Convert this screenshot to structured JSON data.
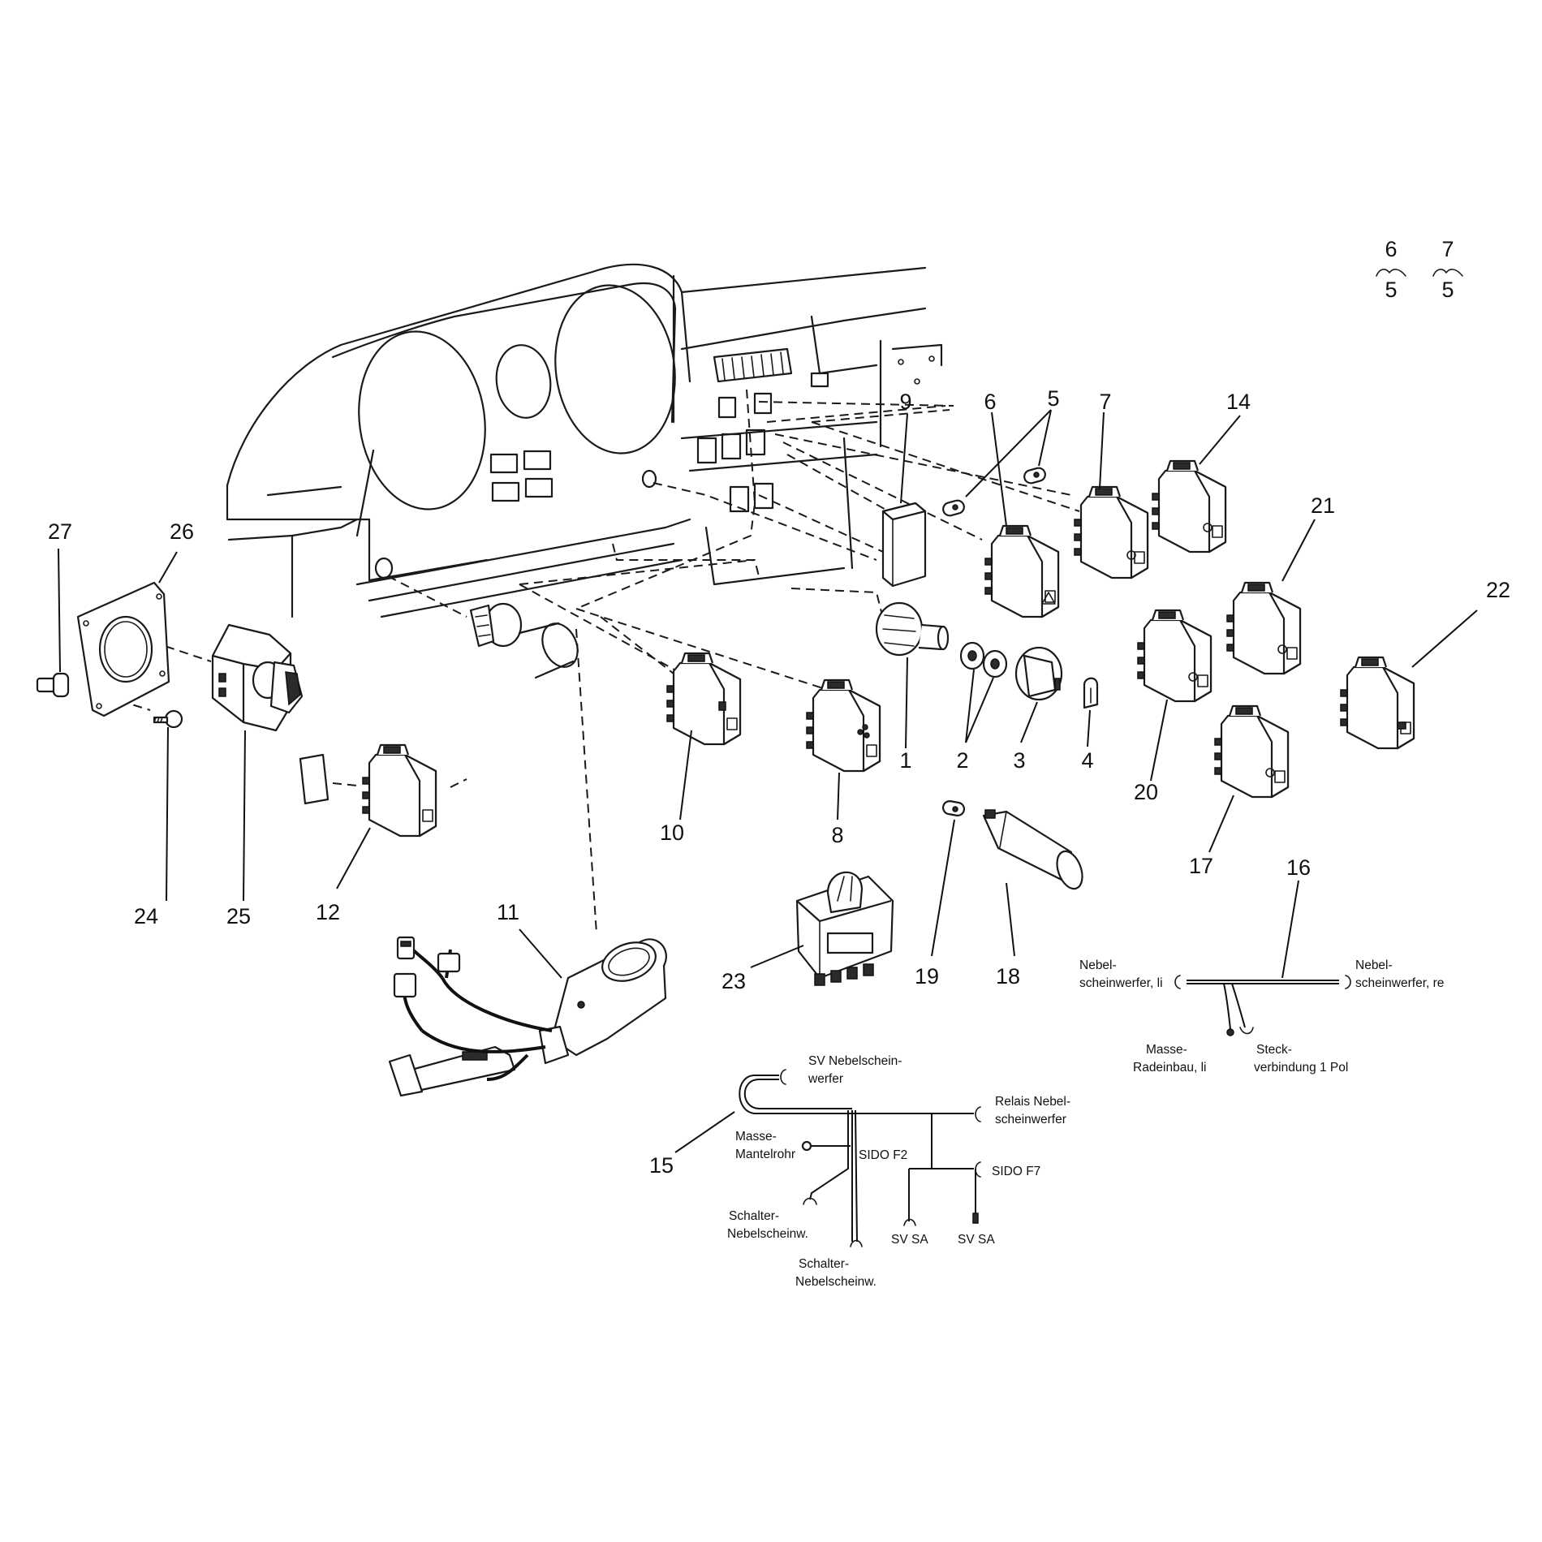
{
  "diagram": {
    "callouts": {
      "c1": "1",
      "c2": "2",
      "c3": "3",
      "c4": "4",
      "c5": "5",
      "c6": "6",
      "c7": "7",
      "c8": "8",
      "c9": "9",
      "c10": "10",
      "c11": "11",
      "c12": "12",
      "c14": "14",
      "c15": "15",
      "c16": "16",
      "c17": "17",
      "c18": "18",
      "c19": "19",
      "c20": "20",
      "c21": "21",
      "c22": "22",
      "c23": "23",
      "c24": "24",
      "c25": "25",
      "c26": "26",
      "c27": "27"
    },
    "legend": {
      "top_a": "6",
      "bottom_a": "5",
      "top_b": "7",
      "bottom_b": "5"
    },
    "harness_16": {
      "left_l1": "Nebel-",
      "left_l2": "scheinwerfer, li",
      "right_l1": "Nebel-",
      "right_l2": "scheinwerfer, re",
      "ground_l1": "Masse-",
      "ground_l2": "Radeinbau, li",
      "plug_l1": "Steck-",
      "plug_l2": "verbindung 1 Pol"
    },
    "harness_15": {
      "sv_l1": "SV Nebelschein-",
      "sv_l2": "werfer",
      "relais_l1": "Relais Nebel-",
      "relais_l2": "scheinwerfer",
      "masse_l1": "Masse-",
      "masse_l2": "Mantelrohr",
      "sido_f2": "SIDO F2",
      "sido_f7": "SIDO F7",
      "schalter_a_l1": "Schalter-",
      "schalter_a_l2": "Nebelscheinw.",
      "schalter_b_l1": "Schalter-",
      "schalter_b_l2": "Nebelscheinw.",
      "sv_sa_1": "SV SA",
      "sv_sa_2": "SV SA"
    }
  }
}
